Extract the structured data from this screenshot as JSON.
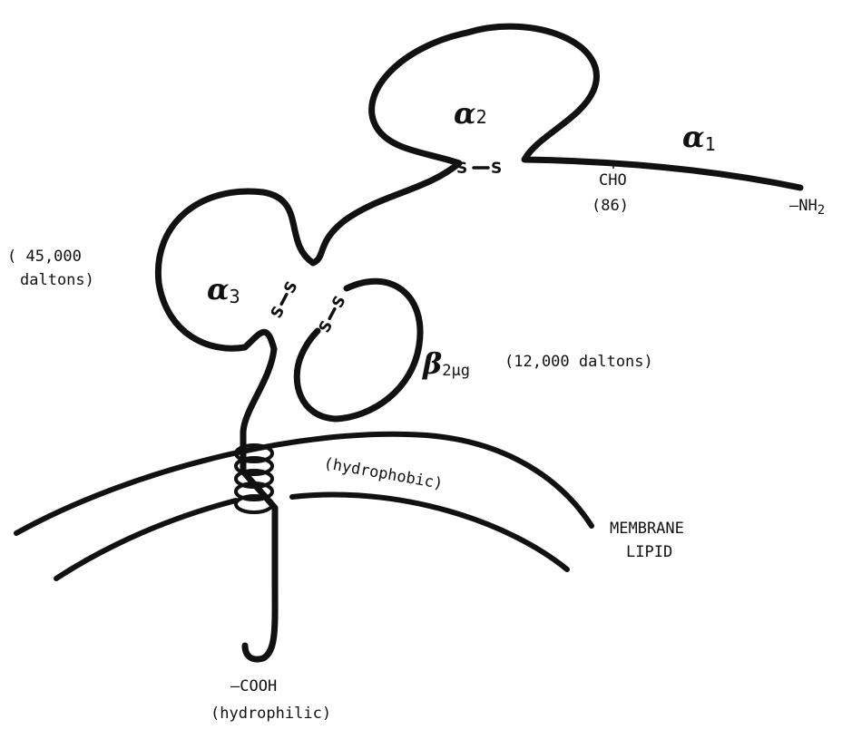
{
  "labels": {
    "alpha1": {
      "symbol": "α",
      "subscript": "1"
    },
    "alpha2": {
      "symbol": "α",
      "subscript": "2"
    },
    "alpha3": {
      "symbol": "α",
      "subscript": "3"
    },
    "beta2m": {
      "symbol": "β",
      "subscript": "2μg",
      "mass": "(12,000 daltons)"
    },
    "nh2": {
      "prefix": "–NH",
      "subscript": "2"
    },
    "cho": "CHO",
    "cho_position": "(86)",
    "heavy_mass_line1": "( 45,000",
    "heavy_mass_line2": "daltons)",
    "disulfide_left": "S",
    "disulfide_right": "S",
    "hydrophobic": "(hydrophobic)",
    "membrane_line1": "MEMBRANE",
    "membrane_line2": "LIPID",
    "cooh": "–COOH",
    "hydrophilic": "(hydrophilic)"
  }
}
